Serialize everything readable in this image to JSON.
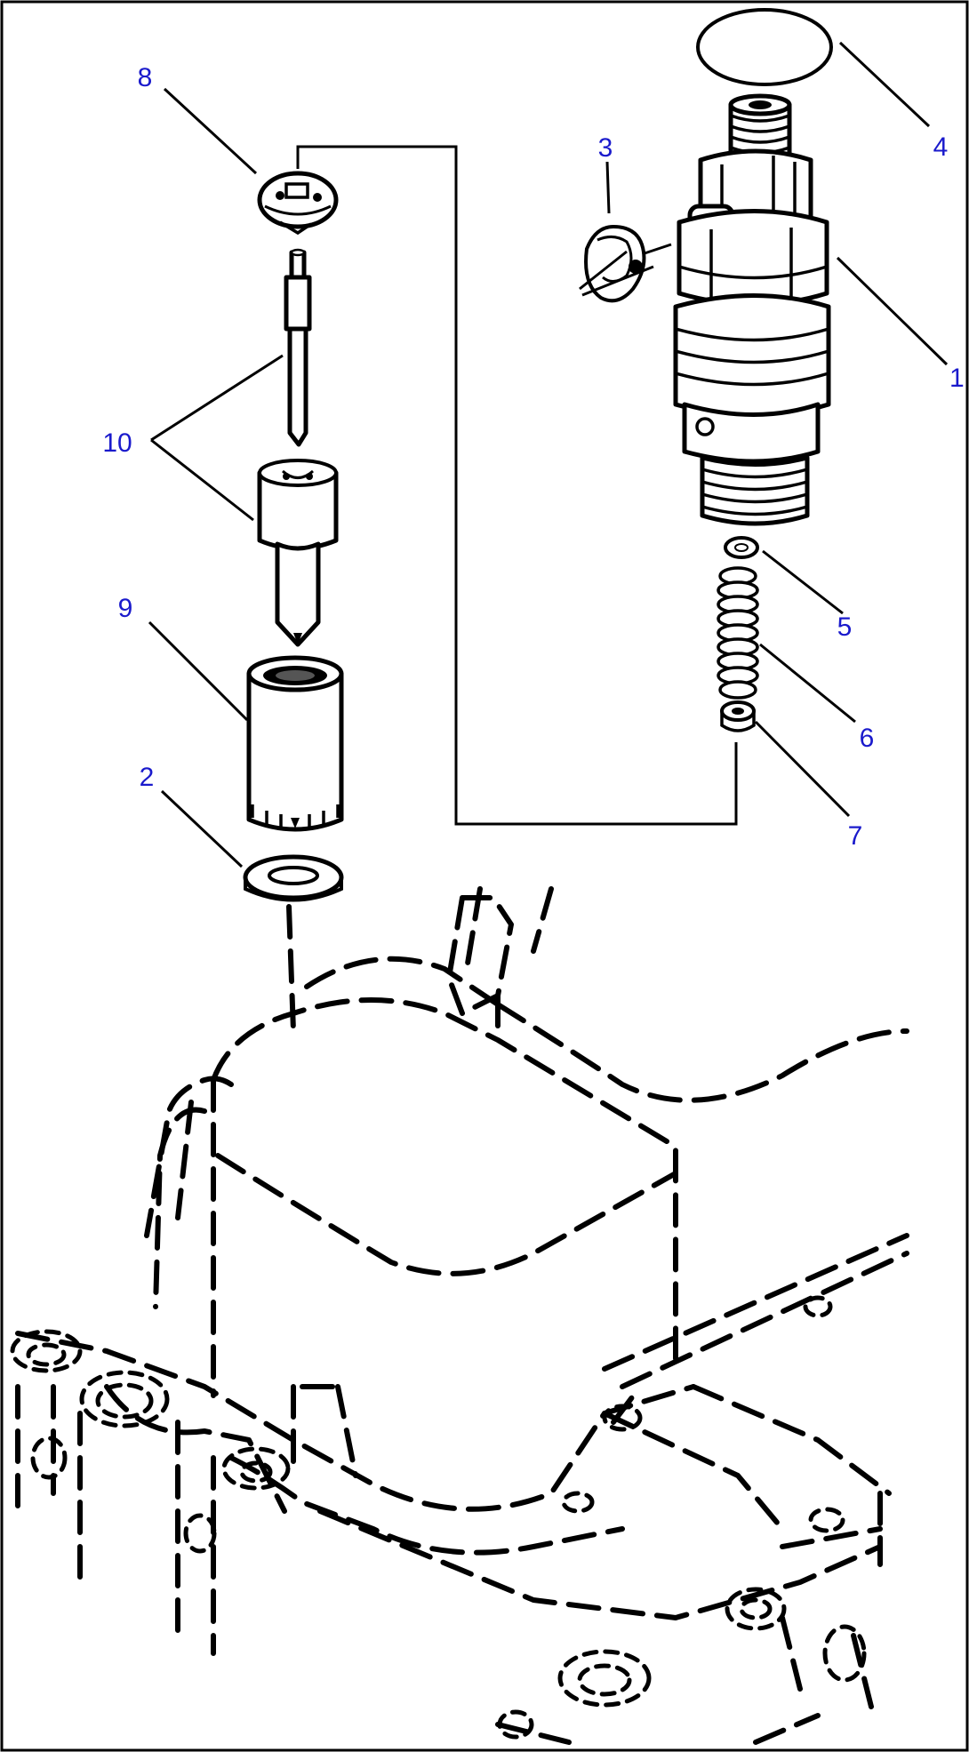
{
  "callouts": [
    {
      "id": "1",
      "label": "1"
    },
    {
      "id": "2",
      "label": "2"
    },
    {
      "id": "3",
      "label": "3"
    },
    {
      "id": "4",
      "label": "4"
    },
    {
      "id": "5",
      "label": "5"
    },
    {
      "id": "6",
      "label": "6"
    },
    {
      "id": "7",
      "label": "7"
    },
    {
      "id": "8",
      "label": "8"
    },
    {
      "id": "9",
      "label": "9"
    },
    {
      "id": "10",
      "label": "10"
    }
  ],
  "colors": {
    "callout_text": "#1a1acc",
    "line_art": "#000000",
    "background": "#ffffff"
  }
}
